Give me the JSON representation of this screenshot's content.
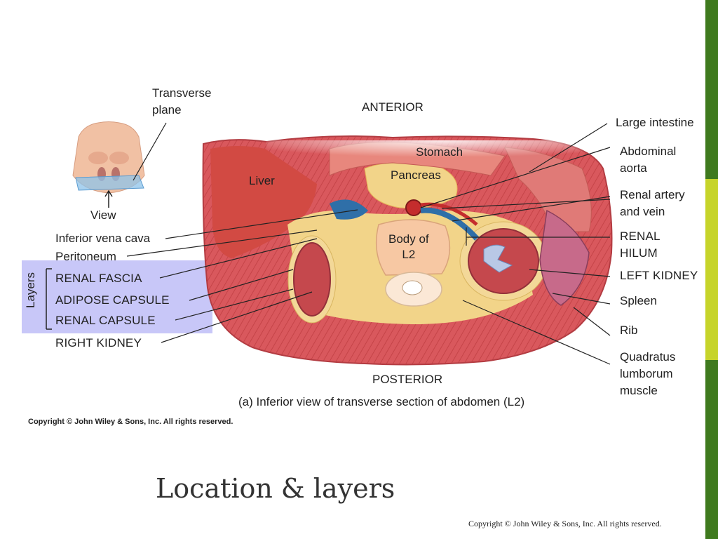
{
  "labels": {
    "transverse_plane": "Transverse\nplane",
    "view": "View",
    "anterior": "ANTERIOR",
    "posterior": "POSTERIOR",
    "stomach": "Stomach",
    "pancreas": "Pancreas",
    "liver": "Liver",
    "body_of_l2": "Body of\nL2",
    "large_intestine": "Large intestine",
    "abdominal_aorta": "Abdominal\naorta",
    "renal_artery_vein": "Renal artery\nand vein",
    "renal_hilum": "RENAL\nHILUM",
    "left_kidney": "LEFT KIDNEY",
    "spleen": "Spleen",
    "rib": "Rib",
    "quadratus_lumborum": "Quadratus\nlumborum\nmuscle",
    "inferior_vena_cava": "Inferior vena cava",
    "peritoneum": "Peritoneum",
    "renal_fascia": "RENAL FASCIA",
    "adipose_capsule": "ADIPOSE CAPSULE",
    "renal_capsule": "RENAL CAPSULE",
    "right_kidney": "RIGHT KIDNEY",
    "layers": "Layers"
  },
  "caption": "(a) Inferior view of transverse section of abdomen (L2)",
  "copyright_small": "Copyright © John Wiley & Sons, Inc. All rights reserved.",
  "slide_title": "Location & layers",
  "copyright_footer": "Copyright © John Wiley & Sons, Inc. All rights reserved.",
  "colors": {
    "muscle": "#d9585d",
    "fat": "#f2d489",
    "liver": "#d24a43",
    "vein": "#2f6fa8",
    "artery": "#c42d2d",
    "highlight": "#b9b7f6",
    "sidebar_green_dark": "#3f7a1e",
    "sidebar_green_light": "#c6d42a"
  }
}
